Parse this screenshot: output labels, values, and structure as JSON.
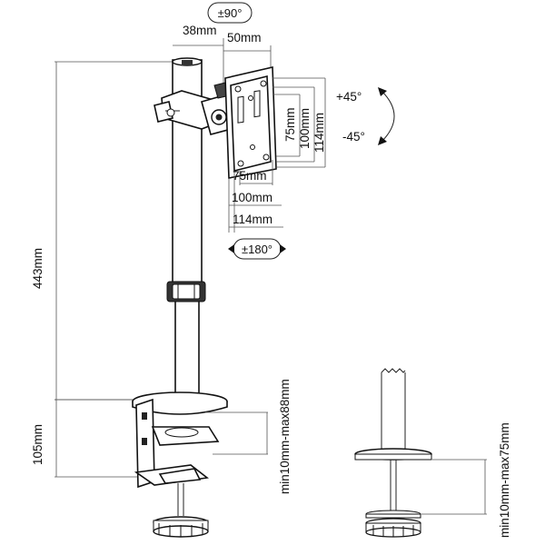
{
  "rotation": {
    "tilt_label": "±90°",
    "swivel_label": "±180°",
    "plus_tilt": "+45°",
    "minus_tilt": "-45°"
  },
  "arm_offsets": {
    "left": "38mm",
    "right": "50mm"
  },
  "vesa": {
    "horizontal": [
      "75mm",
      "100mm",
      "114mm"
    ],
    "vertical": [
      "75mm",
      "100mm",
      "114mm"
    ]
  },
  "dimensions": {
    "pole_height": "443mm",
    "clamp_height": "105mm",
    "clamp_range": "min10mm-max88mm",
    "grommet_range": "min10mm-max75mm"
  }
}
